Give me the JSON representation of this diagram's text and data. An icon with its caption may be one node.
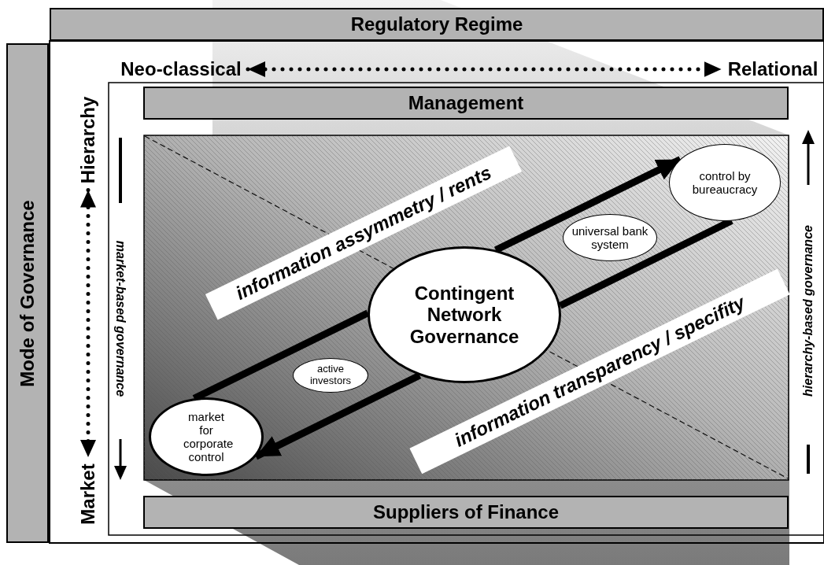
{
  "diagram": {
    "nodes": [
      {
        "text": [
          "Regulatory Regime"
        ]
      },
      {
        "text": [
          "Mode of Governance"
        ]
      },
      {
        "text": [
          "Neo-classical"
        ]
      },
      {
        "text": [
          "Relational"
        ]
      },
      {
        "text": [
          "Management"
        ]
      },
      {
        "text": [
          "Suppliers of Finance"
        ]
      },
      {
        "text": [
          "Hierarchy"
        ]
      },
      {
        "text": [
          "Market"
        ]
      },
      {
        "text": [
          "market for corporate control"
        ]
      },
      {
        "text": [
          "active investors"
        ]
      },
      {
        "text": [
          "Contingent Network Governance"
        ]
      },
      {
        "text": [
          "universal bank system"
        ]
      },
      {
        "text": [
          "control by bureaucracy"
        ]
      }
    ],
    "edges": [
      {
        "from": 2,
        "to": 3,
        "arrow": "both",
        "style": "dashed"
      },
      {
        "from": 6,
        "to": 7,
        "arrow": "both",
        "style": "dashed"
      },
      {
        "from": 8,
        "to": 10,
        "arrow": "none"
      },
      {
        "from": 10,
        "to": 12,
        "arrow": "to"
      },
      {
        "from": 12,
        "to": 10,
        "arrow": "none"
      },
      {
        "from": 10,
        "to": 8,
        "arrow": "to"
      }
    ],
    "labels": [
      "information assymmetry / rents",
      "market-based governance",
      "information transparency / specifity",
      "hierarchy-based governance"
    ]
  }
}
